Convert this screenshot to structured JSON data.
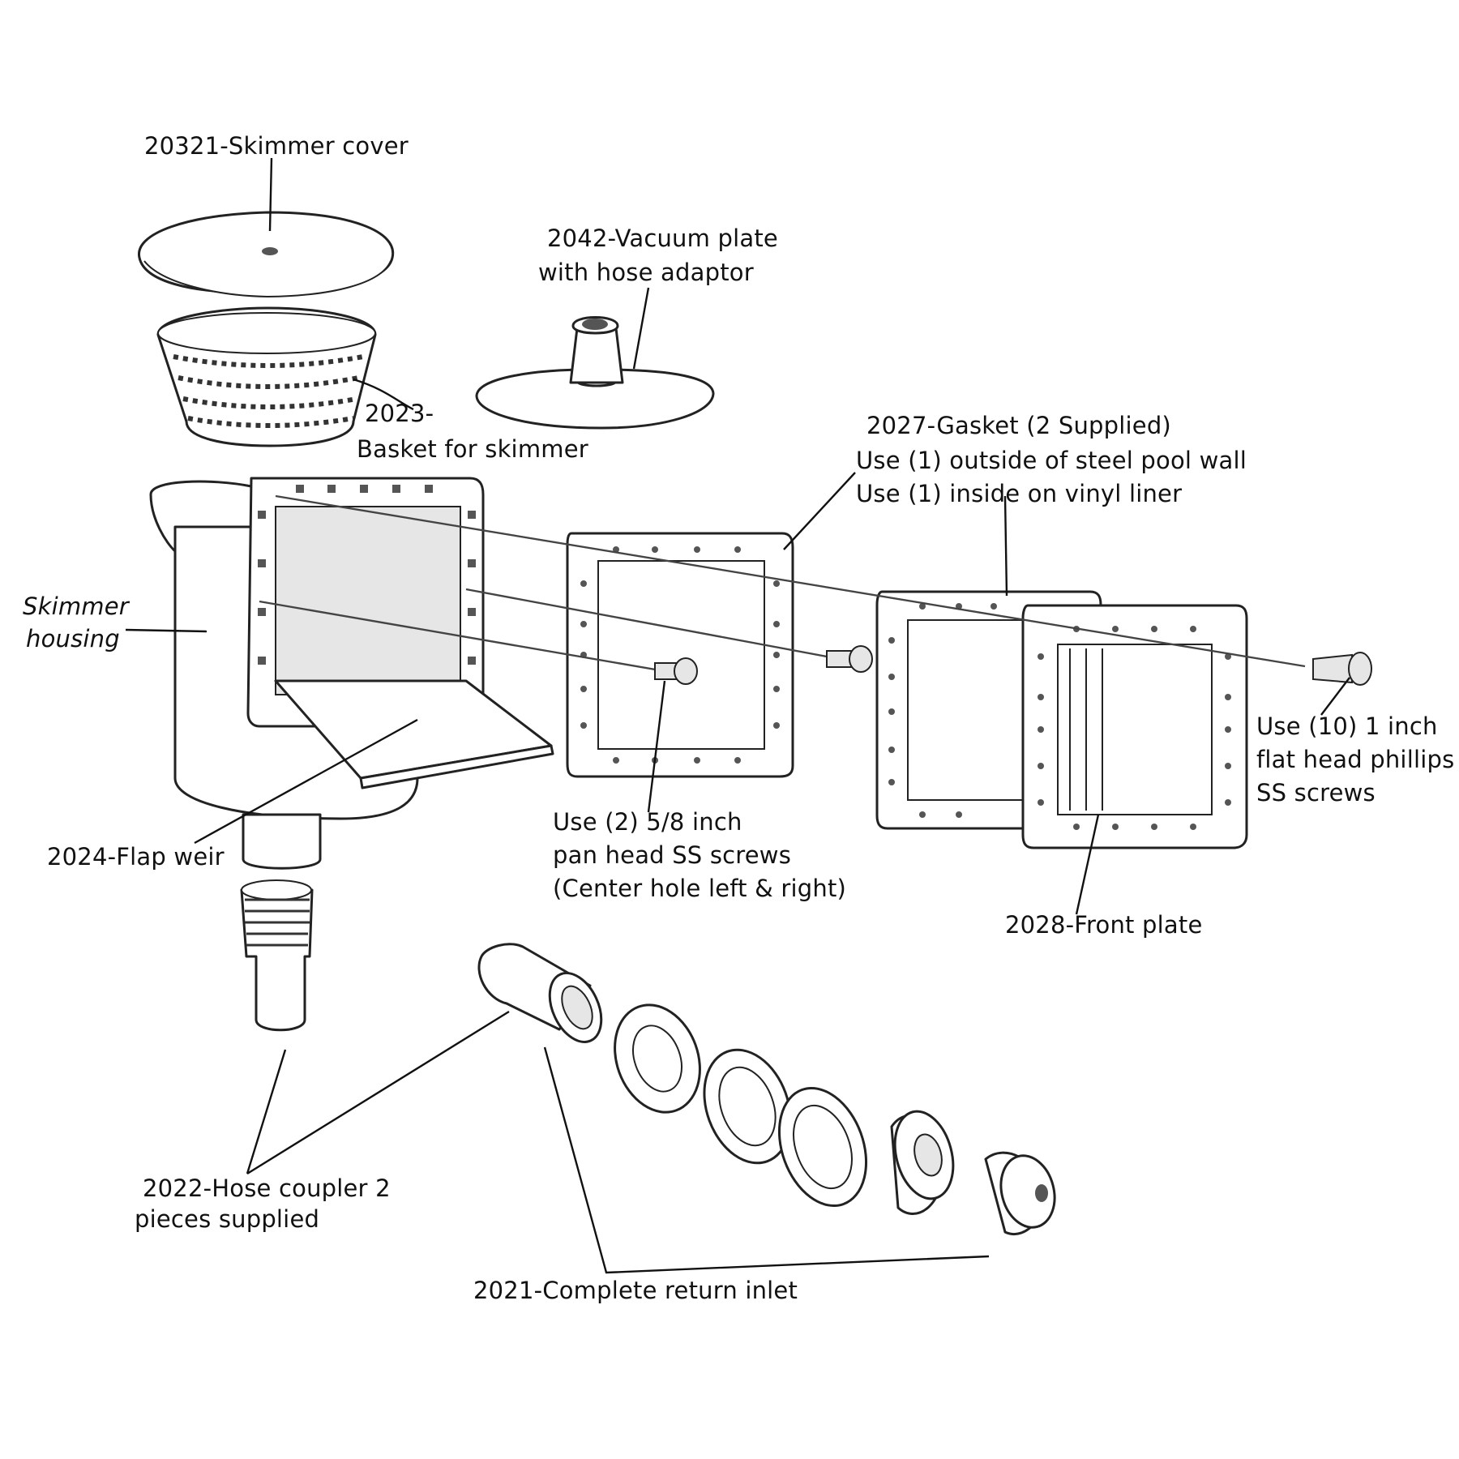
{
  "labels": {
    "skimmer_cover": "20321-Skimmer cover",
    "vacuum_plate_line1": "2042-Vacuum plate",
    "vacuum_plate_line2": "with hose adaptor",
    "basket_line1": "2023-",
    "basket_line2": "Basket for skimmer",
    "gasket_line1": "2027-Gasket (2 Supplied)",
    "gasket_line2": "Use (1) outside of steel pool wall",
    "gasket_line3": "Use (1) inside on vinyl  liner",
    "skimmer_housing_line1": "Skimmer",
    "skimmer_housing_line2": "housing",
    "flat_head_line1": "Use (10) 1 inch",
    "flat_head_line2": "flat head phillips",
    "flat_head_line3": "SS screws",
    "pan_head_line1": "Use (2) 5/8 inch",
    "pan_head_line2": "pan head SS screws",
    "pan_head_line3": "(Center hole left & right)",
    "flap_weir": "2024-Flap weir",
    "front_plate": "2028-Front plate",
    "hose_coupler_line1": "2022-Hose coupler 2",
    "hose_coupler_line2": "pieces supplied",
    "return_inlet": "2021-Complete return inlet"
  }
}
